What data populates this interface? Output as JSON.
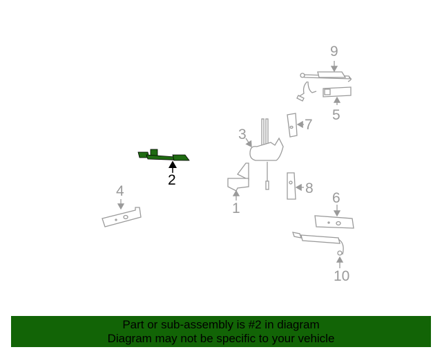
{
  "diagram": {
    "highlighted_part": "2",
    "colors": {
      "part_outline": "#9a9a9a",
      "highlight_fill": "#1f6b12",
      "highlight_outline": "#000000",
      "banner_bg": "#126406"
    },
    "callouts": [
      {
        "id": "1",
        "label": "1"
      },
      {
        "id": "2",
        "label": "2"
      },
      {
        "id": "3",
        "label": "3"
      },
      {
        "id": "4",
        "label": "4"
      },
      {
        "id": "5",
        "label": "5"
      },
      {
        "id": "6",
        "label": "6"
      },
      {
        "id": "7",
        "label": "7"
      },
      {
        "id": "8",
        "label": "8"
      },
      {
        "id": "9",
        "label": "9"
      },
      {
        "id": "10",
        "label": "10"
      }
    ]
  },
  "banner": {
    "line1": "Part or sub-assembly is #2 in diagram",
    "line2": "Diagram may not be specific to your vehicle"
  }
}
